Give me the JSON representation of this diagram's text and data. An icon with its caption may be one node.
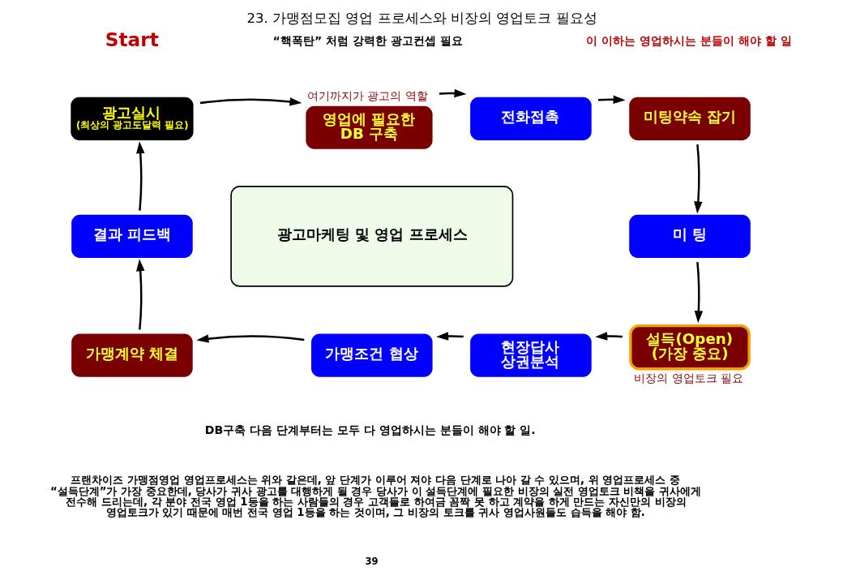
{
  "diagram": {
    "title": "23. 가맹점모집 영업 프로세스와 비장의 영업토크 필요성",
    "nodes": [
      {
        "text": [
          "광고실시",
          "(최상의 광고도달력 필요)"
        ]
      },
      {
        "text": [
          "영업에 필요한 DB 구축"
        ],
        "beside": [
          "여기까지가 광고의 역할"
        ]
      },
      {
        "text": [
          "전화접촉"
        ]
      },
      {
        "text": [
          "미팅약속 잡기"
        ]
      },
      {
        "text": [
          "미 팅"
        ]
      },
      {
        "text": [
          "설득(Open) (가장 중요)"
        ],
        "beside": [
          "비장의 영업토크 필요"
        ]
      },
      {
        "text": [
          "현장답사 상권분석"
        ]
      },
      {
        "text": [
          "가맹조건 협상"
        ]
      },
      {
        "text": [
          "가맹계약 체결"
        ]
      },
      {
        "text": [
          "결과 피드백"
        ]
      },
      {
        "text": [
          "광고마케팅 및 영업 프로세스"
        ]
      }
    ],
    "edges": [
      {
        "from": 0,
        "to": 1,
        "arrow": "to"
      },
      {
        "from": 1,
        "to": 2,
        "arrow": "to"
      },
      {
        "from": 2,
        "to": 3,
        "arrow": "to"
      },
      {
        "from": 3,
        "to": 4,
        "arrow": "to"
      },
      {
        "from": 4,
        "to": 5,
        "arrow": "to"
      },
      {
        "from": 5,
        "to": 6,
        "arrow": "to"
      },
      {
        "from": 6,
        "to": 7,
        "arrow": "to"
      },
      {
        "from": 7,
        "to": 8,
        "arrow": "to"
      },
      {
        "from": 8,
        "to": 9,
        "arrow": "to"
      },
      {
        "from": 9,
        "to": 0,
        "arrow": "to"
      }
    ],
    "labels": [
      "“핵폭탄” 처럼 강력한 광고컨셉 필요",
      "Start",
      "이 이하는 영업하시는 분들이 해야 할 일",
      "DB구축 다음 단계부터는 모두 다 영업하시는 분들이 해야 할 일.",
      "프랜차이즈 가맹점영업 영업프로세스는 위와 같은데, 앞 단계가 이루어 져야 다음 단계로 나아 갈 수 있으며, 위 영업프로세스 중 “설득단계”가 가장 중요한데, 당사가 귀사 광고를 대행하게 될 경우 당사가 이 설득단계에 필요한 비장의 실전 영업토크 비책을 귀사에게 전수해 드리는데, 각 분야 전국 영업 1등을 하는 사람들의 경우 고객들로 하여금 꼼짝 못 하고 계약을 하게 만드는 자신만의 비장의 영업토크가 있기 때문에 매번 전국 영업 1등을 하는 것이며, 그 비장의 토크를 귀사 영업사원들도 습득을 해야 함.",
      "39"
    ]
  }
}
